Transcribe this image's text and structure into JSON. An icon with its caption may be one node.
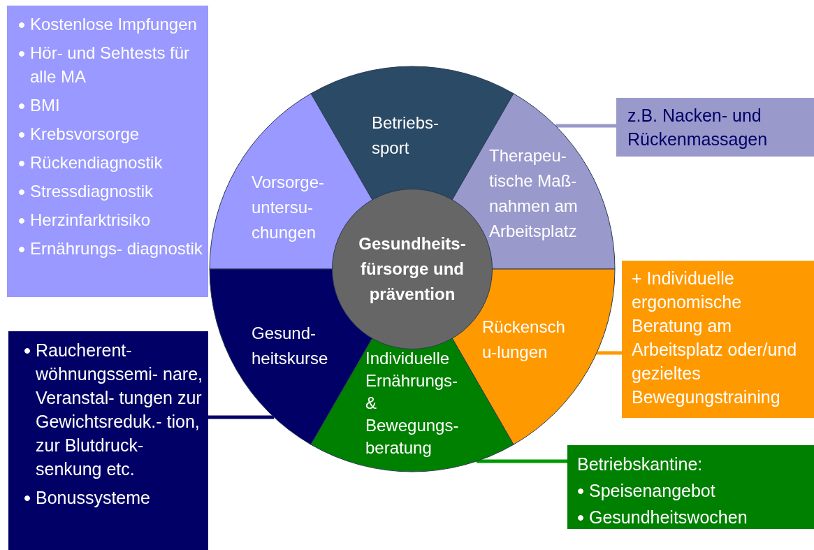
{
  "diagram": {
    "nodes": [
      {
        "text": [
          "Kostenlose Impfungen",
          "Hör- und Sehtests für alle MA",
          "BMI",
          "Krebsvorsorge",
          "Rückendiagnostik",
          "Stressdiagnostik",
          "Herzinfarktrisiko",
          "Ernährungs- diagnostik"
        ]
      },
      {
        "text": [
          "Betriebs- sport"
        ]
      },
      {
        "text": [
          "Vorsorge- untersu- chungen"
        ]
      },
      {
        "text": [
          "Therapeu- tische Maß- nahmen am Arbeitsplatz"
        ]
      },
      {
        "text": [
          "z.B. Nacken- und Rückenmassagen"
        ]
      },
      {
        "text": [
          "Gesundheits- fürsorge und prävention"
        ]
      },
      {
        "text": [
          "Rückensch u-lungen"
        ]
      },
      {
        "text": [
          "+ Individuelle ergonomische Beratung am Arbeitsplatz oder/und gezieltes Bewegungstraining"
        ]
      },
      {
        "text": [
          "Gesund- heitskurse"
        ]
      },
      {
        "text": [
          "Raucherent- wöhnungssemi- nare, Veranstal- tungen zur Gewichtsreduk.- tion, zur Blutdruck- senkung etc.",
          "Bonussysteme"
        ]
      },
      {
        "text": [
          "Individuelle Ernährungs- & Bewegungs- beratung"
        ]
      },
      {
        "text": [
          "Betriebskantine:",
          "Speisenangebot",
          "Gesundheitswochen"
        ]
      }
    ],
    "edges": [
      {
        "from": 3,
        "to": 4,
        "arrow": "none",
        "color": "#9999cc"
      },
      {
        "from": 6,
        "to": 7,
        "arrow": "none",
        "color": "#ff9900"
      },
      {
        "from": 8,
        "to": 9,
        "arrow": "none",
        "color": "#000066"
      },
      {
        "from": 10,
        "to": 11,
        "arrow": "none",
        "color": "#009900"
      }
    ]
  }
}
